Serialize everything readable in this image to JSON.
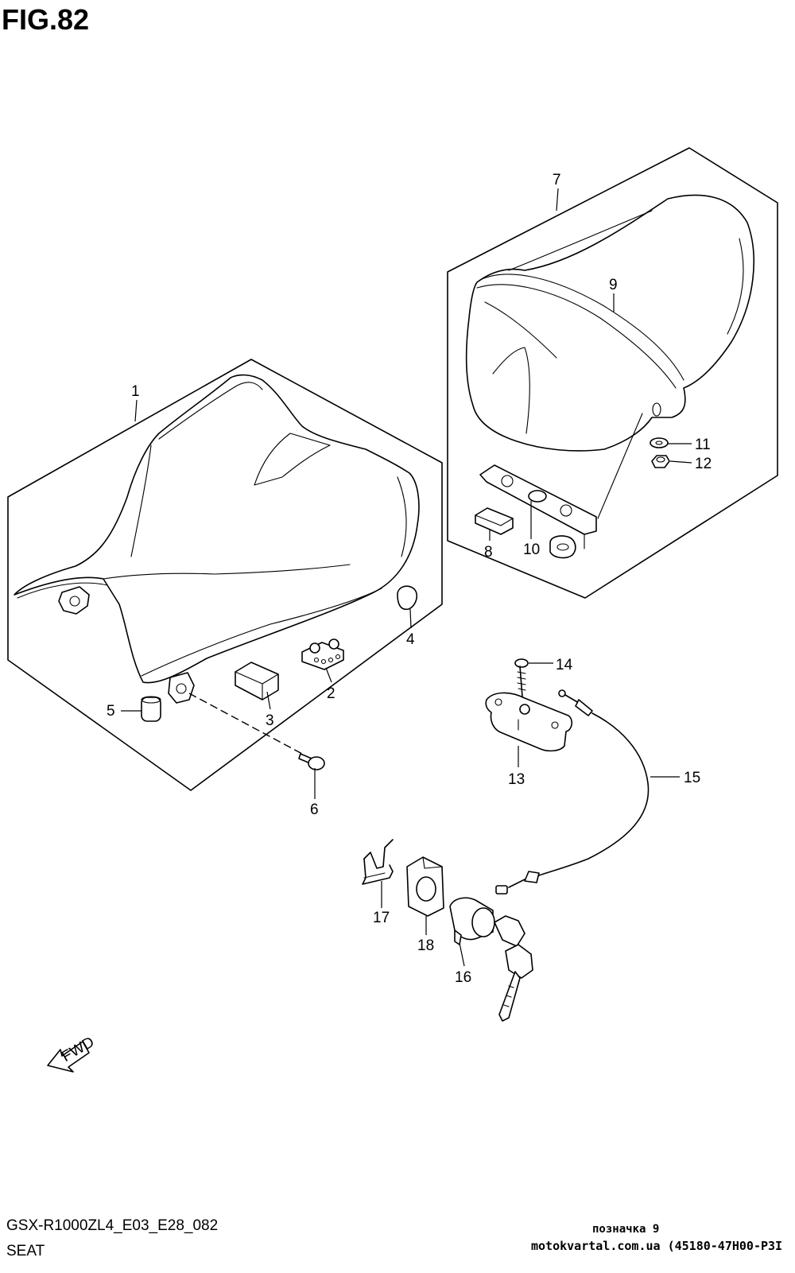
{
  "figure": {
    "title": "FIG.82"
  },
  "callouts": [
    {
      "id": "1",
      "label": "1"
    },
    {
      "id": "2",
      "label": "2"
    },
    {
      "id": "3",
      "label": "3"
    },
    {
      "id": "4",
      "label": "4"
    },
    {
      "id": "5",
      "label": "5"
    },
    {
      "id": "6",
      "label": "6"
    },
    {
      "id": "7",
      "label": "7"
    },
    {
      "id": "8",
      "label": "8"
    },
    {
      "id": "9",
      "label": "9"
    },
    {
      "id": "10",
      "label": "10"
    },
    {
      "id": "11",
      "label": "11"
    },
    {
      "id": "12",
      "label": "12"
    },
    {
      "id": "13",
      "label": "13"
    },
    {
      "id": "14",
      "label": "14"
    },
    {
      "id": "15",
      "label": "15"
    },
    {
      "id": "16",
      "label": "16"
    },
    {
      "id": "17",
      "label": "17"
    },
    {
      "id": "18",
      "label": "18"
    }
  ],
  "direction_arrow": {
    "label": "FWD",
    "icon": "forward-arrow-icon"
  },
  "footer": {
    "code": "GSX-R1000ZL4_E03_E28_082",
    "name": "SEAT"
  },
  "watermark": {
    "line1": "позначка 9",
    "line2": "motokvartal.com.ua (45180-47H00-P3I"
  }
}
